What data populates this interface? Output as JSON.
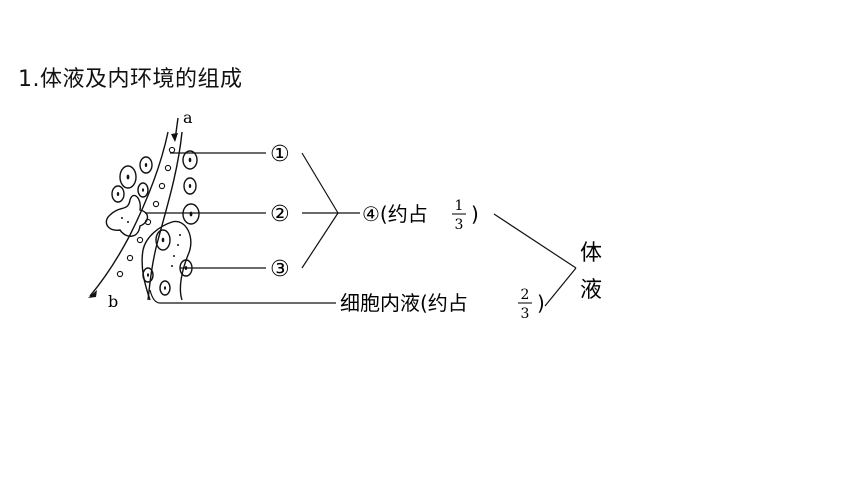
{
  "heading": "1.体液及内环境的组成",
  "diagram": {
    "label_a": "a",
    "label_b": "b",
    "circle_1": "①",
    "circle_2": "②",
    "circle_3": "③",
    "total_open": "④(约占",
    "total_frac_num": "1",
    "total_frac_den": "3",
    "total_close": ")",
    "cell_open": "细胞内液(约占",
    "cell_frac_num": "2",
    "cell_frac_den": "3",
    "cell_close": ")",
    "body_fluid_1": "体",
    "body_fluid_2": "液"
  }
}
